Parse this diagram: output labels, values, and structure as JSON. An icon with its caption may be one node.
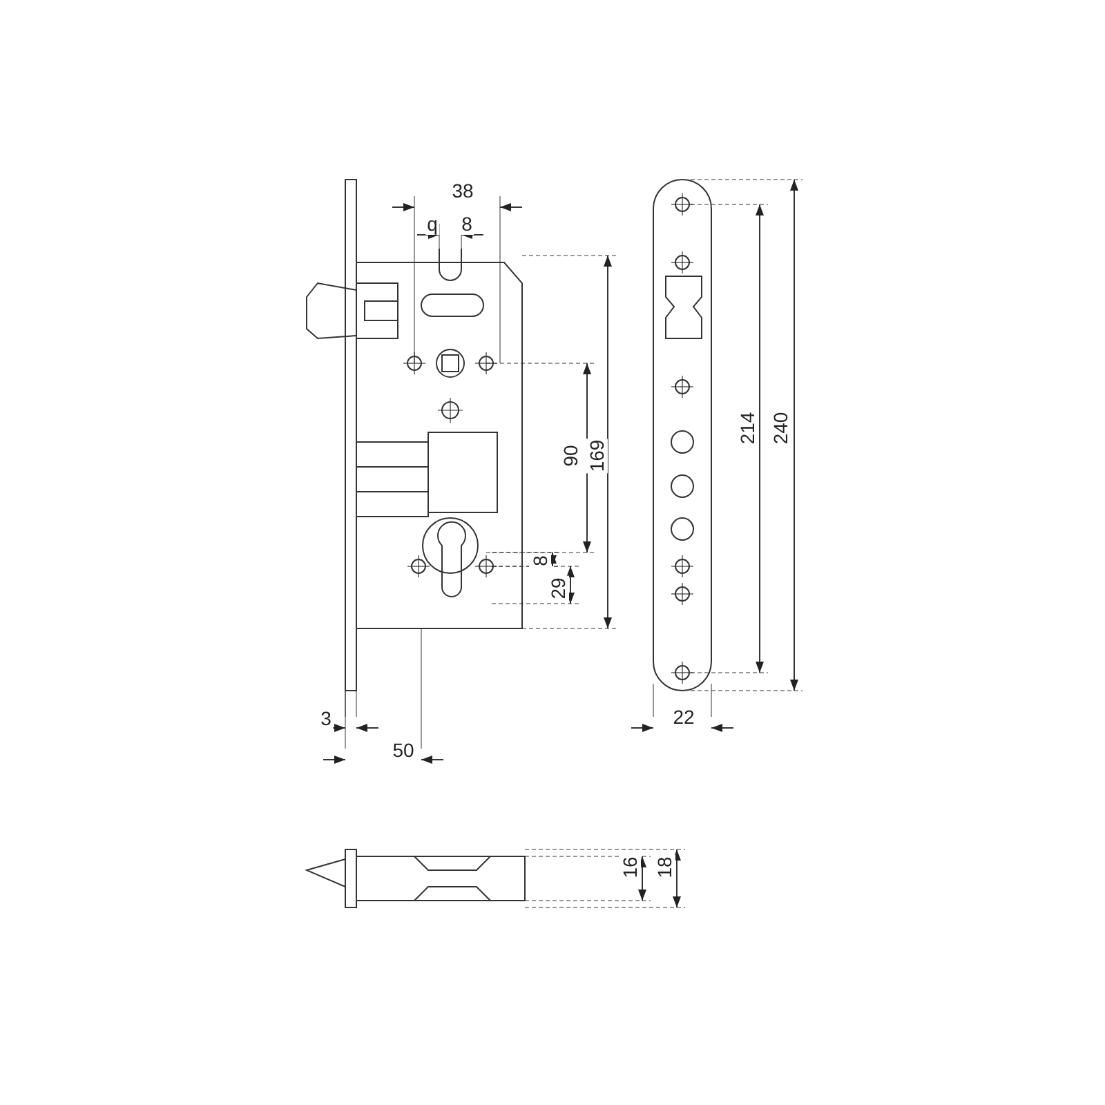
{
  "diagram": {
    "labels": [
      "38",
      "q",
      "8",
      "90",
      "169",
      "8",
      "29",
      "3",
      "50",
      "214",
      "240",
      "22",
      "16",
      "18"
    ]
  }
}
